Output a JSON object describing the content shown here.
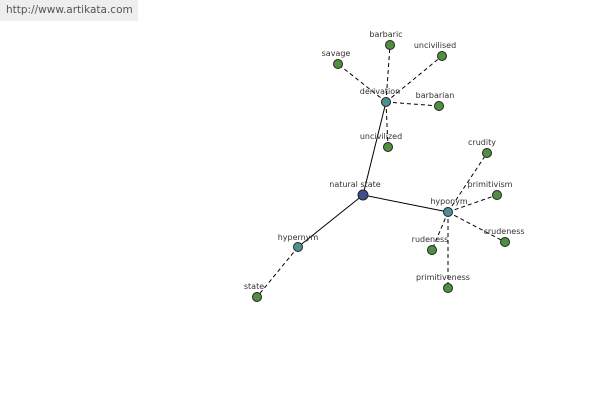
{
  "banner": {
    "url": "http://www.artikata.com"
  },
  "graph": {
    "colors": {
      "center": "#3b4f8f",
      "hub": "#4f8f8f",
      "leaf": "#4f8f3f",
      "edge": "#000000",
      "outline": "#222222"
    },
    "nodes": [
      {
        "id": "natural-state",
        "label": "natural state",
        "kind": "center"
      },
      {
        "id": "derivation",
        "label": "derivation",
        "kind": "hub"
      },
      {
        "id": "hyponym",
        "label": "hyponym",
        "kind": "hub"
      },
      {
        "id": "hypernym",
        "label": "hypernym",
        "kind": "hub"
      },
      {
        "id": "barbaric",
        "label": "barbaric",
        "kind": "leaf"
      },
      {
        "id": "savage",
        "label": "savage",
        "kind": "leaf"
      },
      {
        "id": "uncivilised",
        "label": "uncivilised",
        "kind": "leaf"
      },
      {
        "id": "barbarian",
        "label": "barbarian",
        "kind": "leaf"
      },
      {
        "id": "uncivilized",
        "label": "uncivilized",
        "kind": "leaf"
      },
      {
        "id": "crudity",
        "label": "crudity",
        "kind": "leaf"
      },
      {
        "id": "primitivism",
        "label": "primitivism",
        "kind": "leaf"
      },
      {
        "id": "crudeness",
        "label": "crudeness",
        "kind": "leaf"
      },
      {
        "id": "rudeness",
        "label": "rudeness",
        "kind": "leaf"
      },
      {
        "id": "primitiveness",
        "label": "primitiveness",
        "kind": "leaf"
      },
      {
        "id": "state",
        "label": "state",
        "kind": "leaf"
      }
    ],
    "edges": [
      {
        "from": "natural-state",
        "to": "derivation",
        "style": "solid"
      },
      {
        "from": "natural-state",
        "to": "hyponym",
        "style": "solid"
      },
      {
        "from": "natural-state",
        "to": "hypernym",
        "style": "solid"
      },
      {
        "from": "derivation",
        "to": "barbaric",
        "style": "dashed"
      },
      {
        "from": "derivation",
        "to": "savage",
        "style": "dashed"
      },
      {
        "from": "derivation",
        "to": "uncivilised",
        "style": "dashed"
      },
      {
        "from": "derivation",
        "to": "barbarian",
        "style": "dashed"
      },
      {
        "from": "derivation",
        "to": "uncivilized",
        "style": "dashed"
      },
      {
        "from": "hyponym",
        "to": "crudity",
        "style": "dashed"
      },
      {
        "from": "hyponym",
        "to": "primitivism",
        "style": "dashed"
      },
      {
        "from": "hyponym",
        "to": "crudeness",
        "style": "dashed"
      },
      {
        "from": "hyponym",
        "to": "rudeness",
        "style": "dashed"
      },
      {
        "from": "hyponym",
        "to": "primitiveness",
        "style": "dashed"
      },
      {
        "from": "hypernym",
        "to": "state",
        "style": "dashed"
      }
    ]
  }
}
